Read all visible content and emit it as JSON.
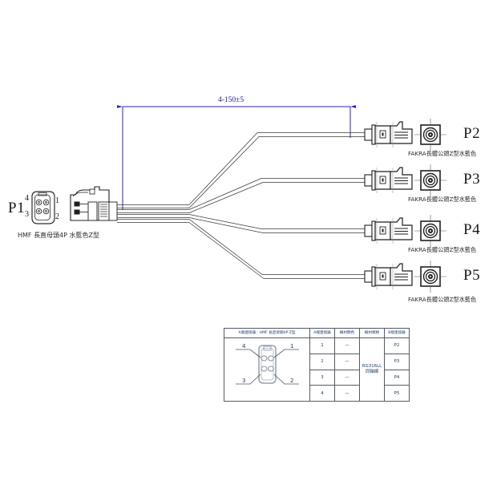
{
  "drawing": {
    "title": "4-way FAKRA wire harness assembly drawing",
    "background_color": "#ffffff",
    "line_color": "#1a1a1a",
    "dimension_color": "#2323c8",
    "table_color": "#1f3d6e"
  },
  "dimension": {
    "label": "4-150±5"
  },
  "connector_a": {
    "port": "P1",
    "description": "HMF 長直母頭4P 水藍色Z型",
    "pins": [
      "4",
      "1",
      "3",
      "2"
    ]
  },
  "connectors_b": [
    {
      "port": "P2",
      "description": "FAKRA長體公頭Z型水藍色"
    },
    {
      "port": "P3",
      "description": "FAKRA長體公頭Z型水藍色"
    },
    {
      "port": "P4",
      "description": "FAKRA長體公頭Z型水藍色"
    },
    {
      "port": "P5",
      "description": "FAKRA長體公頭Z型水藍色"
    }
  ],
  "table": {
    "headers": [
      "A端連接器：HMF 長直母頭4P Z型",
      "A端連接器",
      "線材顏色",
      "線材規格",
      "B端連接器"
    ],
    "diagram_pins": [
      "4",
      "1",
      "3",
      "2"
    ],
    "wire_spec": "RG316LL\n同軸線",
    "wire_spec_line1": "RG316LL",
    "wire_spec_line2": "同軸線",
    "rows": [
      {
        "a_pin": "1",
        "color": "—",
        "b_port": "P2"
      },
      {
        "a_pin": "2",
        "color": "—",
        "b_port": "P3"
      },
      {
        "a_pin": "3",
        "color": "—",
        "b_port": "P4"
      },
      {
        "a_pin": "4",
        "color": "—",
        "b_port": "P5"
      }
    ]
  }
}
